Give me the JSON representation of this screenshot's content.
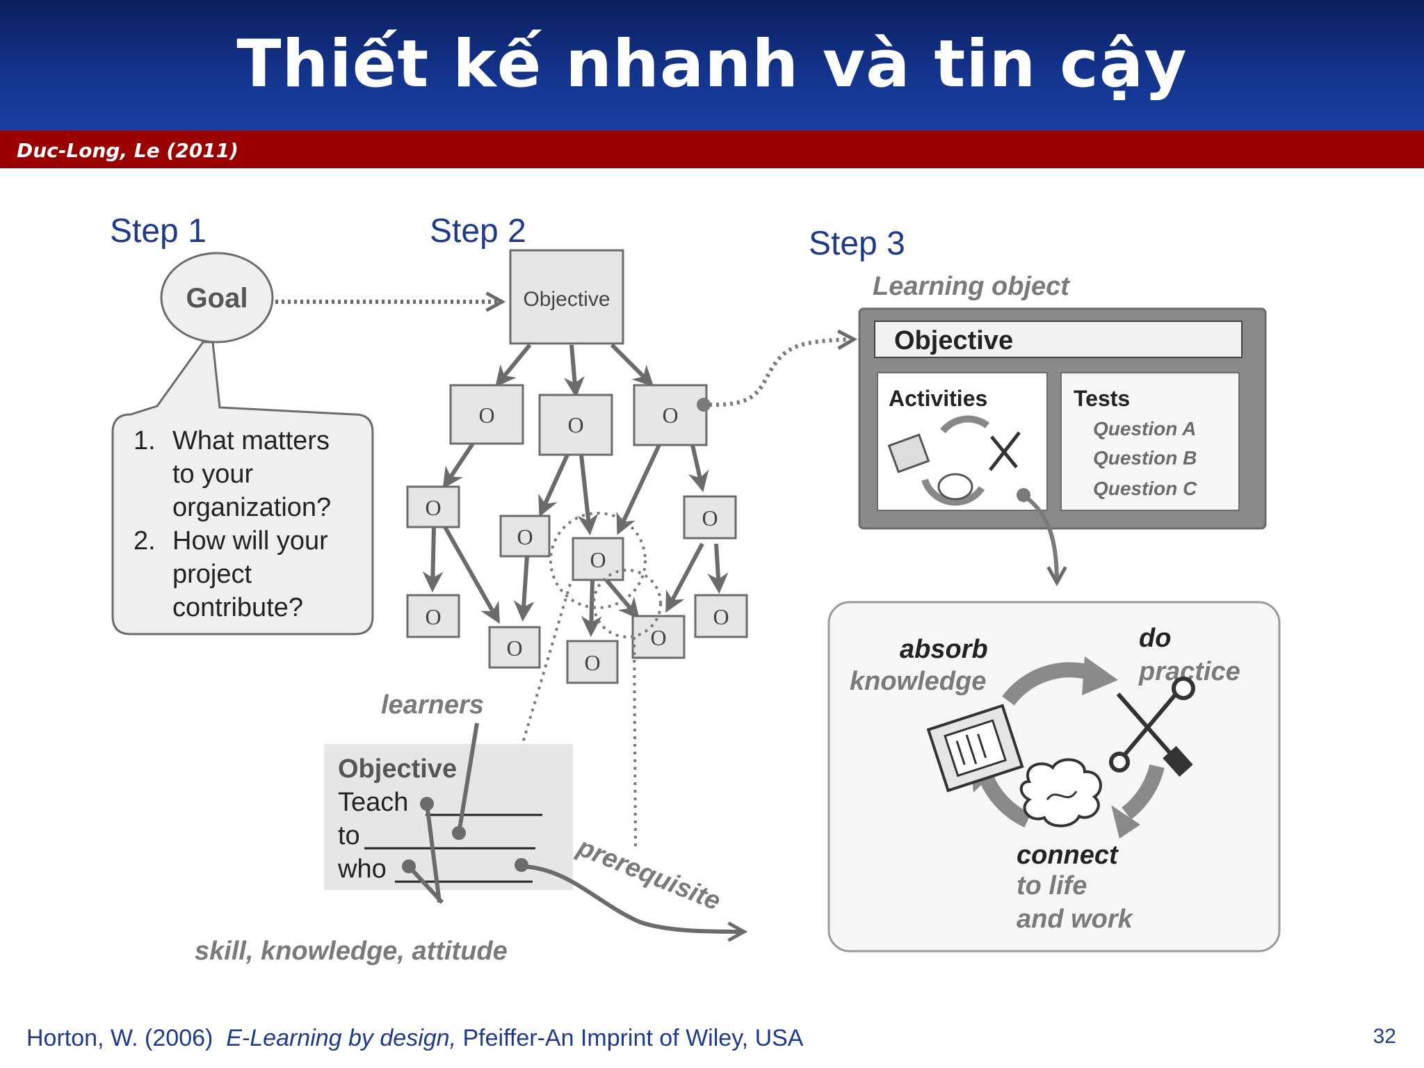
{
  "slide": {
    "title": "Thiết kế nhanh và tin cậy",
    "author": "Duc-Long, Le (2011)",
    "page_number": "32"
  },
  "citation": {
    "authors": "Horton, W. (2006)",
    "book": "E-Learning by design,",
    "publisher": "Pfeiffer-An Imprint of Wiley, USA"
  },
  "steps": {
    "step1": "Step 1",
    "step2": "Step 2",
    "step3": "Step 3"
  },
  "goal": {
    "label": "Goal",
    "q1_num": "1.",
    "q1_lines": [
      "What matters",
      "to your",
      "organization?"
    ],
    "q2_num": "2.",
    "q2_lines": [
      "How will your",
      "project",
      "contribute?"
    ]
  },
  "tree": {
    "root": "Objective",
    "node": "O"
  },
  "objective_template": {
    "heading": "Objective",
    "teach": "Teach",
    "to": "to",
    "who": "who",
    "learners": "learners",
    "skill": "skill, knowledge, attitude",
    "prerequisite": "prerequisite"
  },
  "learning_object": {
    "title": "Learning object",
    "objective": "Objective",
    "activities": "Activities",
    "tests": "Tests",
    "questions": [
      "Question A",
      "Question B",
      "Question C"
    ]
  },
  "cycle": {
    "absorb": "absorb",
    "knowledge": "knowledge",
    "do": "do",
    "practice": "practice",
    "connect": "connect",
    "to_life": "to life",
    "and_work": "and work"
  },
  "colors": {
    "header_blue": "#14358f",
    "red_bar": "#9b0000",
    "step_blue": "#1f3a8a",
    "gray_stroke": "#6b6b6b"
  }
}
